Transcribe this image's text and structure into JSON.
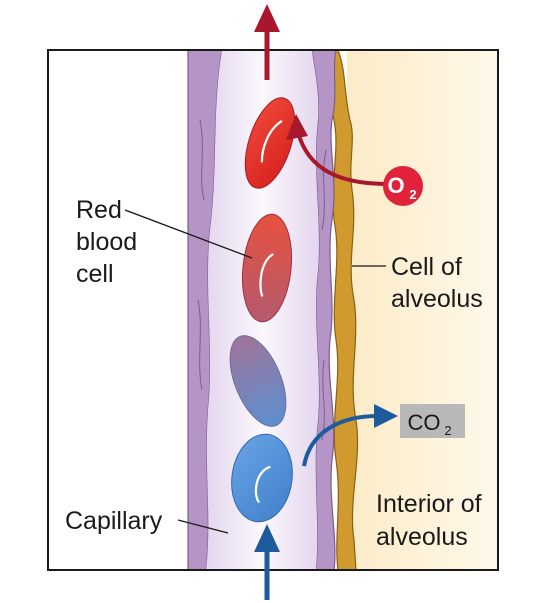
{
  "labels": {
    "red_blood_cell": [
      "Red",
      "blood",
      "cell"
    ],
    "cell_of_alveolus": [
      "Cell of",
      "alveolus"
    ],
    "interior_of_alveolus": [
      "Interior of",
      "alveolus"
    ],
    "capillary": "Capillary"
  },
  "gases": {
    "oxygen": {
      "base": "O",
      "subscript": "2"
    },
    "carbon_dioxide": {
      "base": "CO",
      "subscript": "2"
    }
  },
  "colors": {
    "capillary_wall": "#b595c6",
    "capillary_lumen": "#f4eff8",
    "alveolar_cell": "#d09a2e",
    "alveolus_interior": "#fbe4b4",
    "oxygen": "#e0223a",
    "oxygenated_blood_arrow": "#a8172b",
    "deoxygenated_blood_arrow": "#1e5a9e",
    "co2_box": "#b8b8b8"
  }
}
